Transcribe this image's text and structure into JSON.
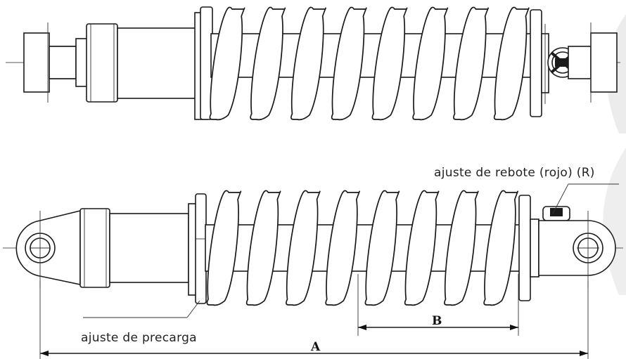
{
  "labels": {
    "rebound": "ajuste de rebote (rojo) (R)",
    "preload": "ajuste de precarga"
  },
  "dimensions": {
    "a": "A",
    "b": "B"
  },
  "colors": {
    "line": "#1a1a1a",
    "background": "#ffffff",
    "watermark": "#e6e6e6"
  }
}
